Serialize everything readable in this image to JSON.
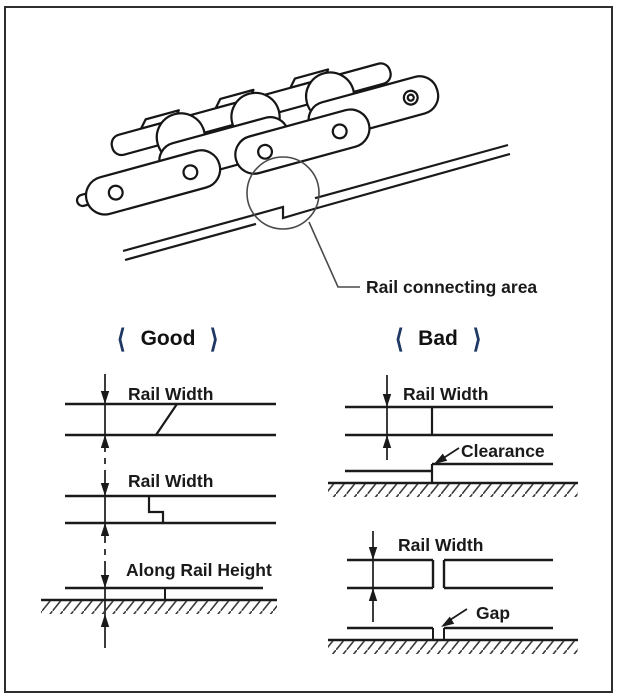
{
  "figure": {
    "callout_label": "Rail connecting area",
    "subject": "roller-chain-on-rail"
  },
  "sections": {
    "good": {
      "bracket_left": "⟨",
      "bracket_right": "⟩",
      "title": "Good",
      "labels": {
        "diagram1": "Rail Width",
        "diagram2": "Rail Width",
        "diagram3": "Along Rail Height"
      }
    },
    "bad": {
      "bracket_left": "⟨",
      "bracket_right": "⟩",
      "title": "Bad",
      "labels": {
        "diagram1": "Rail Width",
        "clearance": "Clearance",
        "diagram2": "Rail Width",
        "gap": "Gap"
      }
    }
  },
  "colors": {
    "bracket": "#1f3864",
    "ink": "#1a1a1a",
    "callout_line": "#4a4a4a",
    "background": "#ffffff"
  }
}
